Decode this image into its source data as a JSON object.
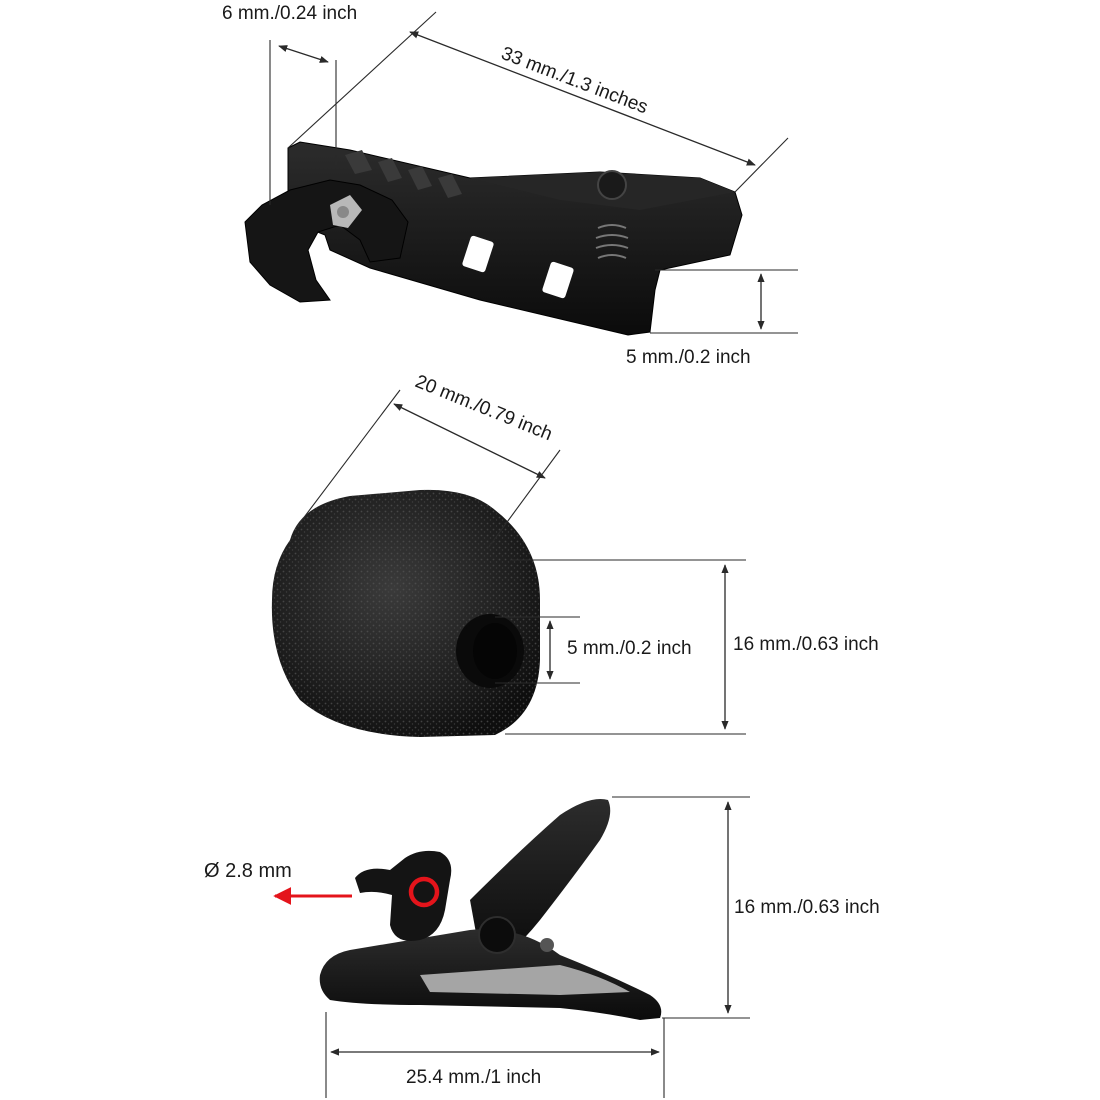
{
  "colors": {
    "background": "#ffffff",
    "product_black": "#141414",
    "dimension_line": "#2a2a2a",
    "highlight_red": "#e4141b"
  },
  "clip_top": {
    "icon": "lapel-tie-clip-with-mic-holder",
    "width_label": "6 mm./0.24 inch",
    "length_label": "33 mm./1.3 inches",
    "thickness_label": "5 mm./0.2 inch"
  },
  "windscreen": {
    "icon": "foam-windscreen",
    "length_label": "20 mm./0.79 inch",
    "hole_label": "5 mm./0.2 inch",
    "diameter_label": "16 mm./0.63 inch"
  },
  "clip_bottom": {
    "icon": "lapel-clip-side-view",
    "hole_label": "Ø 2.8 mm",
    "height_label": "16 mm./0.63 inch",
    "length_label": "25.4 mm./1 inch"
  }
}
